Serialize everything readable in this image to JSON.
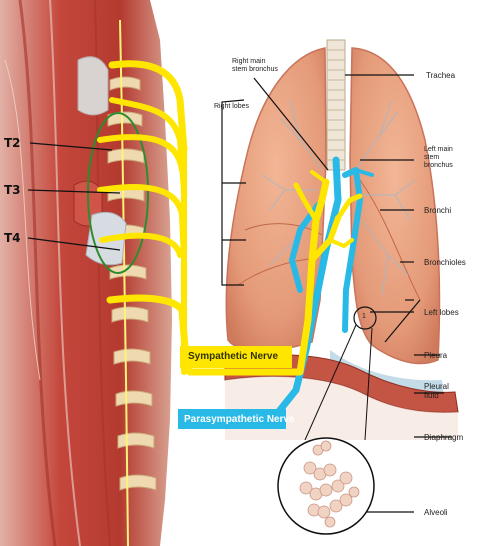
{
  "vertebra_labels": {
    "t2": "T2",
    "t3": "T3",
    "t4": "T4"
  },
  "labels": {
    "right_main_stem_bronchus": [
      "Right main",
      "stem bronchus"
    ],
    "right_lobes": "Right lobes",
    "trachea": "Trachea",
    "left_main_stem_bronchus": [
      "Left main",
      "stem",
      "bronchus"
    ],
    "bronchi": "Bronchi",
    "bronchioles": "Bronchioles",
    "left_lobes": "Left lobes",
    "pleura": "Pleura",
    "pleural_fluid": [
      "Pleural",
      "fluid"
    ],
    "diaphragm": "Diaphragm",
    "alveoli": "Alveoli",
    "alveolus_marker": "1"
  },
  "nerves": {
    "sympathetic": "Sympathetic Nerve",
    "parasympathetic": "Parasympathetic Nerve"
  },
  "colors": {
    "sympathetic": "#ffe600",
    "parasympathetic": "#29b9e6",
    "lung": "#e9a07e",
    "lung_edge": "#c9735a",
    "muscle": "#c8453a",
    "pleural_fluid": "#bcd8e4",
    "vertebral_circle": "#2e8b2e"
  }
}
